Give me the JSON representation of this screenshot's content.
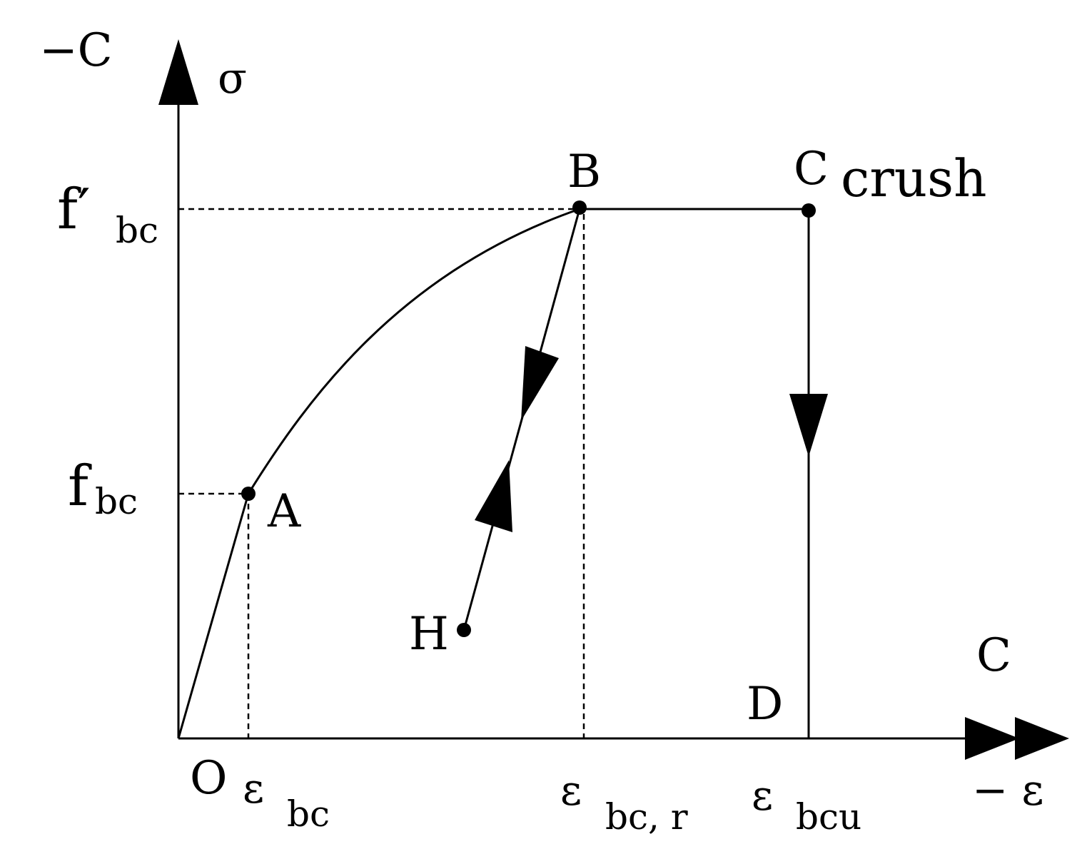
{
  "axes": {
    "y_label": "σ",
    "y_corner_label": "−C",
    "x_label": "− ε",
    "x_corner_label": "C",
    "origin_label": "O"
  },
  "y_ticks": {
    "f_bc_prime": {
      "main": "f′",
      "sub": "bc"
    },
    "f_bc": {
      "main": "f",
      "sub": "bc"
    }
  },
  "x_ticks": {
    "eps_bc": {
      "main": "ε",
      "sub": "bc"
    },
    "eps_bc_r": {
      "main": "ε",
      "sub": "bc, r"
    },
    "eps_bcu": {
      "main": "ε",
      "sub": "bcu"
    }
  },
  "points": {
    "A": "A",
    "B": "B",
    "C": "C",
    "C_note": "crush",
    "D": "D",
    "H": "H"
  }
}
